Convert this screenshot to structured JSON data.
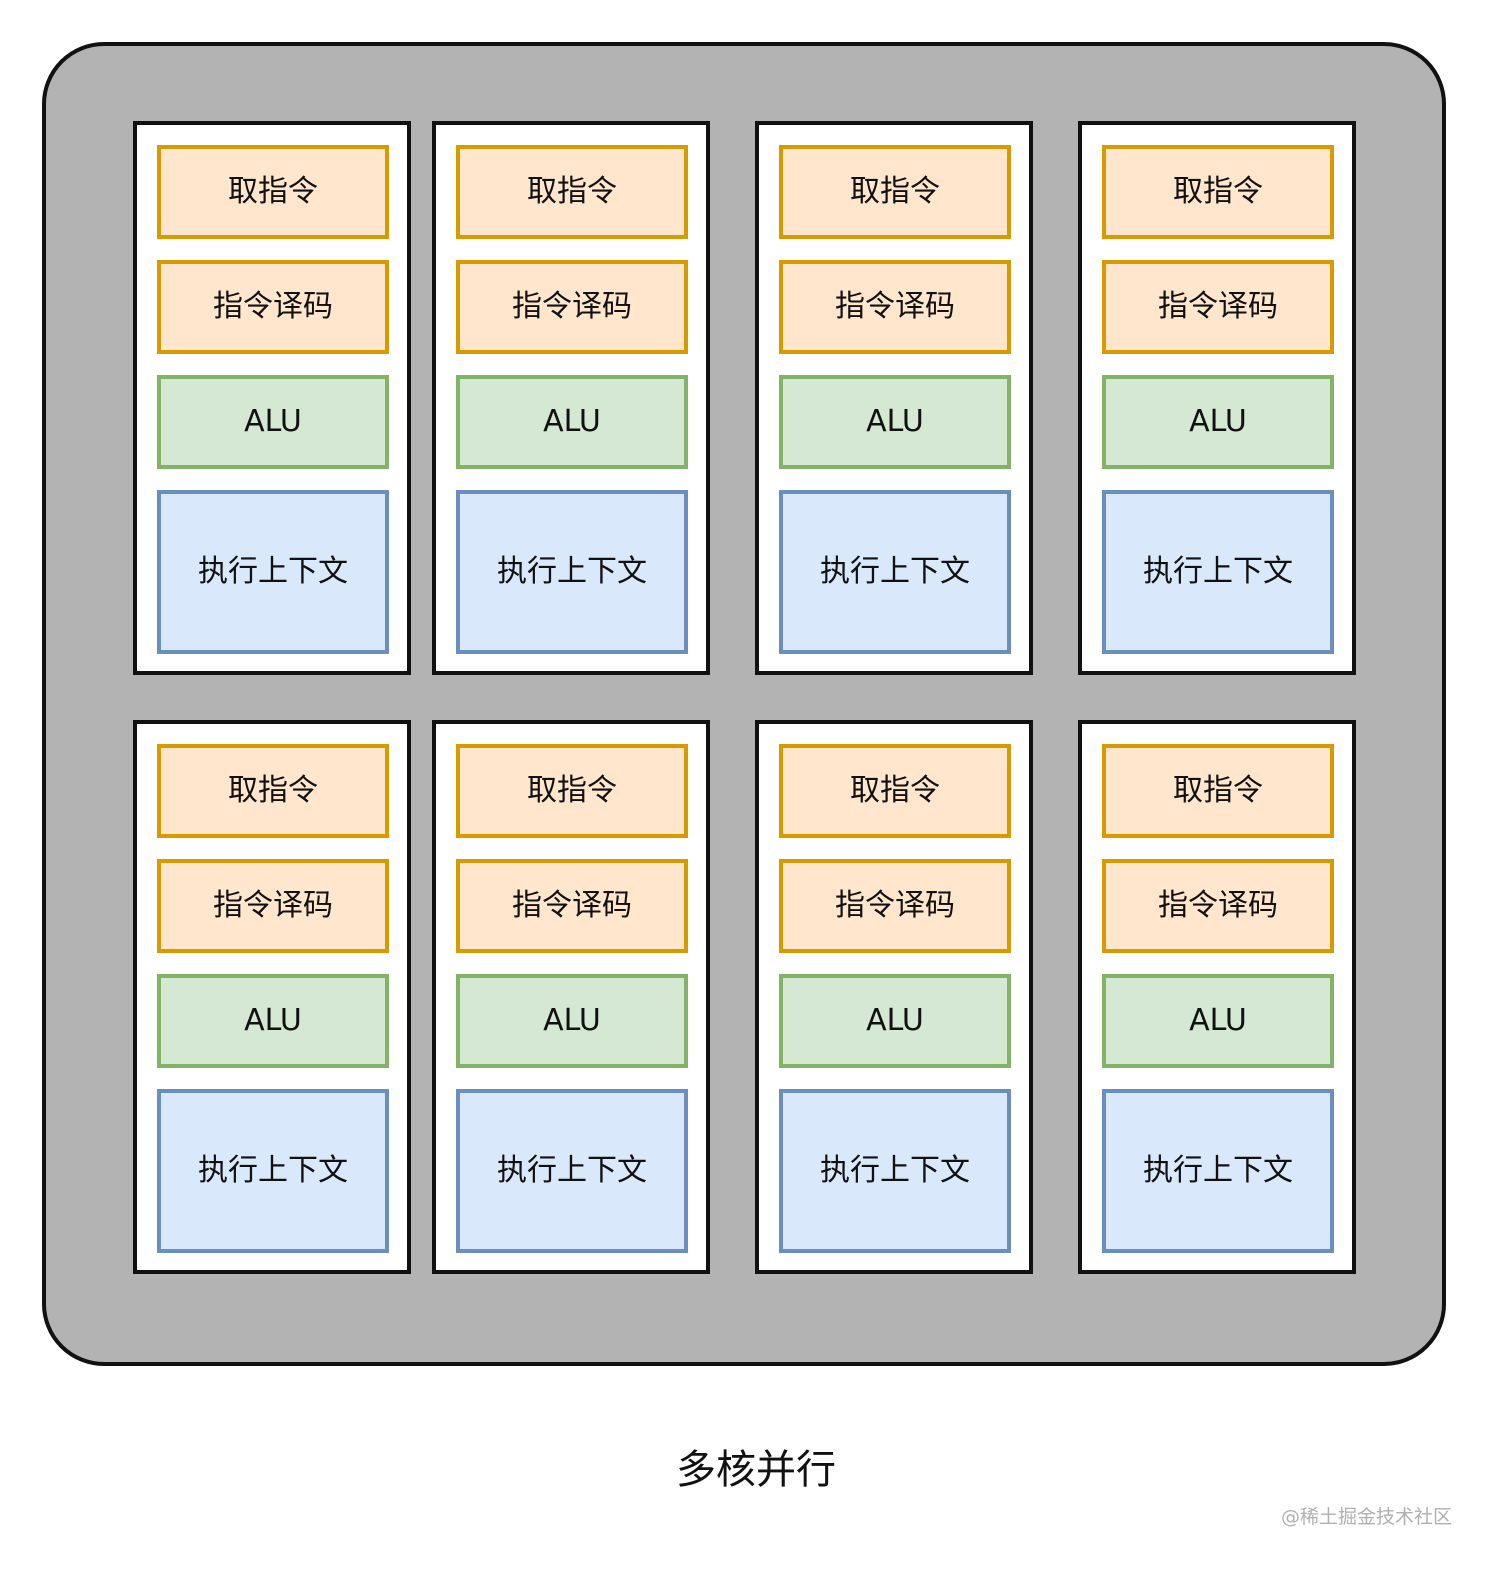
{
  "diagram": {
    "caption": "多核并行",
    "watermark": "@稀土掘金技术社区",
    "core_blocks": {
      "fetch": "取指令",
      "decode": "指令译码",
      "alu": "ALU",
      "context": "执行上下文"
    },
    "core_count": 8,
    "colors": {
      "chip_fill": "#b3b3b3",
      "fetch_fill": "#ffe6cc",
      "fetch_border": "#d79b00",
      "alu_fill": "#d5e8d4",
      "alu_border": "#82b366",
      "context_fill": "#dae8fc",
      "context_border": "#6c8ebf"
    }
  }
}
